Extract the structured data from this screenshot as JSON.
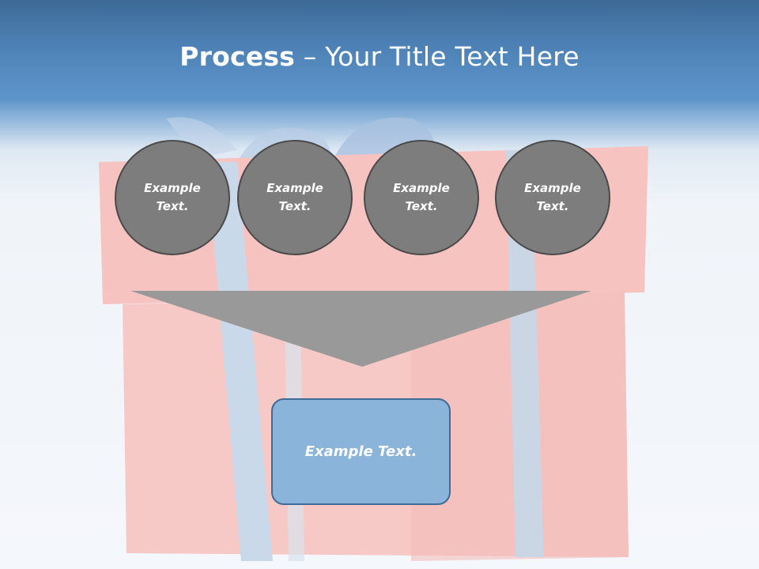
{
  "slide": {
    "title_bold": "Process",
    "title_rest": " – Your Title Text Here"
  },
  "circles": [
    {
      "label": "Example\nText."
    },
    {
      "label": "Example\nText."
    },
    {
      "label": "Example\nText."
    },
    {
      "label": "Example\nText."
    }
  ],
  "result_box": {
    "label": "Example Text."
  },
  "colors": {
    "header_blue": "#4e82b6",
    "circle_fill": "#7d7d7d",
    "circle_border": "#4a4a4a",
    "funnel_fill": "#999999",
    "box_fill": "#8ab4da",
    "box_border": "#3f6b97",
    "gift_red": "#f6c6c4",
    "ribbon_blue": "#c9d9ea"
  },
  "background_image": {
    "subject": "gift-box"
  }
}
